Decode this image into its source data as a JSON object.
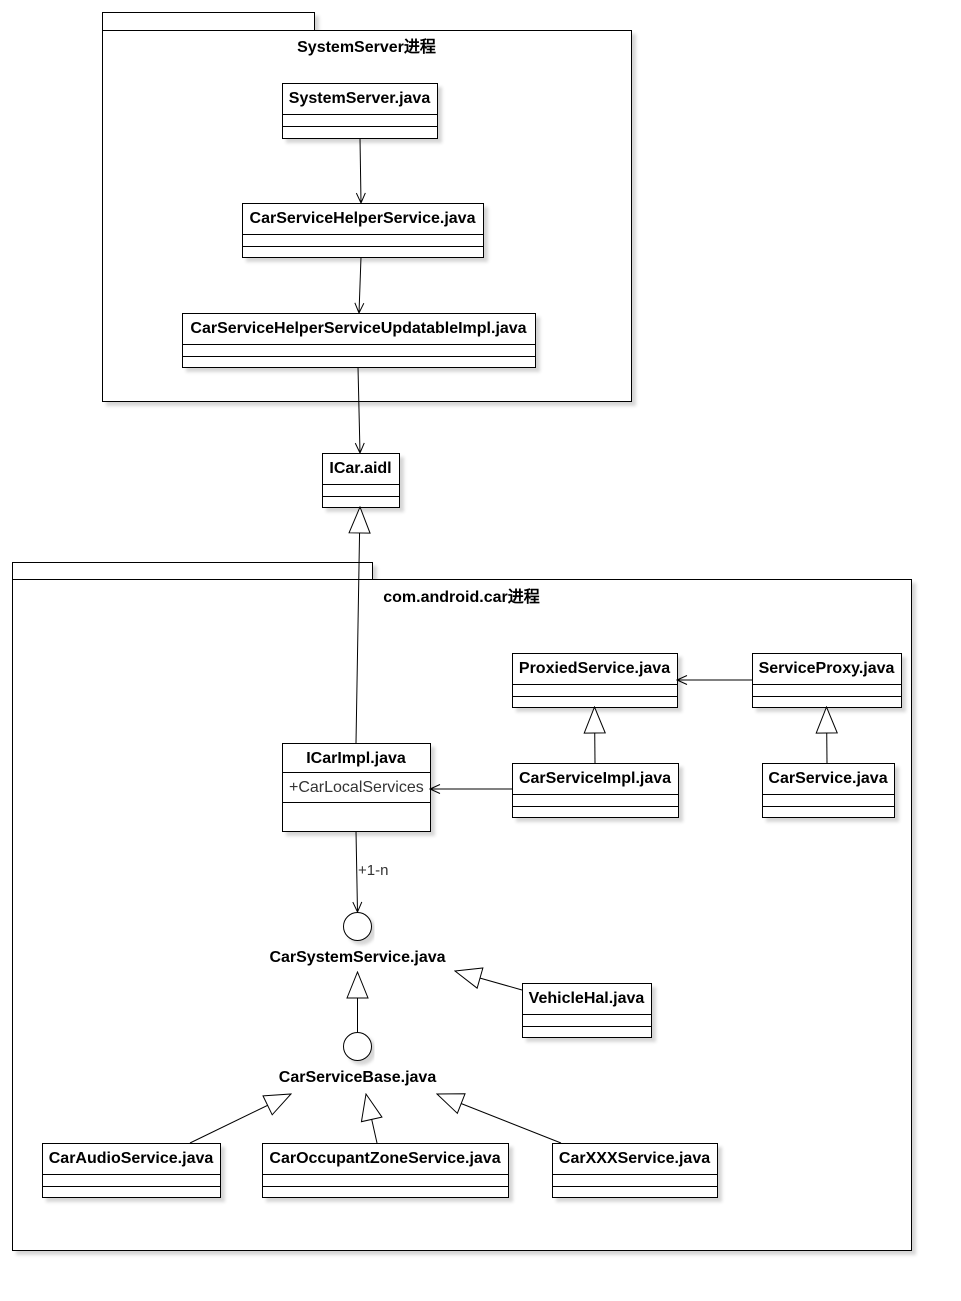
{
  "packages": {
    "system_server": {
      "label": "SystemServer进程"
    },
    "car": {
      "label": "com.android.car进程"
    }
  },
  "classes": {
    "system_server_java": {
      "name": "SystemServer.java"
    },
    "car_service_helper_service": {
      "name": "CarServiceHelperService.java"
    },
    "car_service_helper_service_updatable_impl": {
      "name": "CarServiceHelperServiceUpdatableImpl.java"
    },
    "icar_aidl": {
      "name": "ICar.aidl"
    },
    "proxied_service": {
      "name": "ProxiedService.java"
    },
    "service_proxy": {
      "name": "ServiceProxy.java"
    },
    "icar_impl": {
      "name": "ICarImpl.java",
      "attributes": [
        "+CarLocalServices"
      ]
    },
    "car_service_impl": {
      "name": "CarServiceImpl.java"
    },
    "car_service": {
      "name": "CarService.java"
    },
    "vehicle_hal": {
      "name": "VehicleHal.java"
    },
    "car_audio_service": {
      "name": "CarAudioService.java"
    },
    "car_occupant_zone_service": {
      "name": "CarOccupantZoneService.java"
    },
    "car_xxx_service": {
      "name": "CarXXXService.java"
    }
  },
  "interfaces": {
    "car_system_service": {
      "name": "CarSystemService.java"
    },
    "car_service_base": {
      "name": "CarServiceBase.java"
    }
  },
  "edge_labels": {
    "icar_impl_to_car_system_service": "+1-n"
  }
}
